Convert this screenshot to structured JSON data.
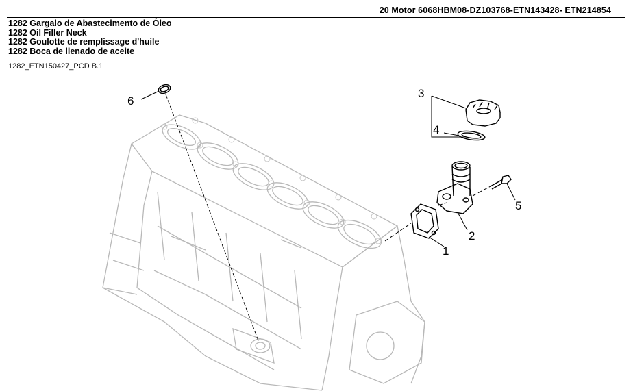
{
  "header": {
    "text": "20 Motor 6068HBM08-DZ103768-ETN143428- ETN214854"
  },
  "titles": [
    "1282 Gargalo de Abastecimento de Óleo",
    "1282 Oil Filler Neck",
    "1282 Goulotte de remplissage d'huile",
    "1282 Boca de llenado de aceite"
  ],
  "figure_code": "1282_ETN150427_PCD B.1",
  "callouts": {
    "c1": "1",
    "c2": "2",
    "c3": "3",
    "c4": "4",
    "c5": "5",
    "c6": "6"
  }
}
